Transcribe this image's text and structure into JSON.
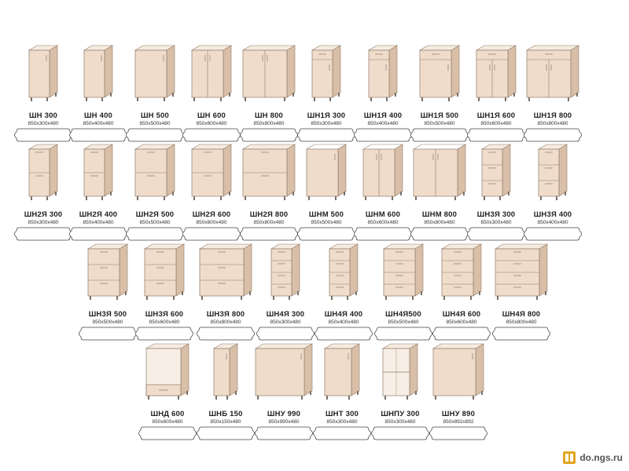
{
  "items": [
    {
      "name": "ШН 300",
      "dims": "850x300x480",
      "type": "narrow",
      "doors": 1,
      "drawers": 0
    },
    {
      "name": "ШН 400",
      "dims": "850x400x480",
      "type": "narrow",
      "doors": 1,
      "drawers": 0
    },
    {
      "name": "ШН 500",
      "dims": "850x500x480",
      "type": "mid",
      "doors": 1,
      "drawers": 0
    },
    {
      "name": "ШН 600",
      "dims": "850x600x480",
      "type": "mid",
      "doors": 2,
      "drawers": 0
    },
    {
      "name": "ШН 800",
      "dims": "850x800x480",
      "type": "wide",
      "doors": 2,
      "drawers": 0
    },
    {
      "name": "ШН1Я 300",
      "dims": "850x300x480",
      "type": "narrow",
      "doors": 1,
      "drawers": 1
    },
    {
      "name": "ШН1Я 400",
      "dims": "850x400x480",
      "type": "narrow",
      "doors": 1,
      "drawers": 1
    },
    {
      "name": "ШН1Я 500",
      "dims": "850x500x480",
      "type": "mid",
      "doors": 1,
      "drawers": 1
    },
    {
      "name": "ШН1Я 600",
      "dims": "850x600x480",
      "type": "mid",
      "doors": 2,
      "drawers": 1
    },
    {
      "name": "ШН1Я 800",
      "dims": "850x800x480",
      "type": "wide",
      "doors": 2,
      "drawers": 1
    },
    {
      "name": "ШН2Я 300",
      "dims": "850x300x480",
      "type": "narrow",
      "doors": 0,
      "drawers": 2
    },
    {
      "name": "ШН2Я 400",
      "dims": "850x400x480",
      "type": "narrow",
      "doors": 0,
      "drawers": 2
    },
    {
      "name": "ШН2Я 500",
      "dims": "850x500x480",
      "type": "mid",
      "doors": 0,
      "drawers": 2
    },
    {
      "name": "ШН2Я 600",
      "dims": "850x600x480",
      "type": "mid",
      "doors": 0,
      "drawers": 2
    },
    {
      "name": "ШН2Я 800",
      "dims": "850x800x480",
      "type": "wide",
      "doors": 0,
      "drawers": 2
    },
    {
      "name": "ШНМ 500",
      "dims": "850x500x480",
      "type": "sink",
      "doors": 1,
      "drawers": 0
    },
    {
      "name": "ШНМ 600",
      "dims": "850x600x480",
      "type": "sink",
      "doors": 2,
      "drawers": 0
    },
    {
      "name": "ШНМ 800",
      "dims": "850x800x480",
      "type": "sinkwide",
      "doors": 2,
      "drawers": 0
    },
    {
      "name": "ШН3Я 300",
      "dims": "850x300x480",
      "type": "narrow",
      "doors": 0,
      "drawers": 3
    },
    {
      "name": "ШН3Я 400",
      "dims": "850x400x480",
      "type": "narrow",
      "doors": 0,
      "drawers": 3
    },
    {
      "name": "ШН3Я 500",
      "dims": "850x500x480",
      "type": "mid",
      "doors": 0,
      "drawers": 3
    },
    {
      "name": "ШН3Я 600",
      "dims": "850x600x480",
      "type": "mid",
      "doors": 0,
      "drawers": 3
    },
    {
      "name": "ШН3Я 800",
      "dims": "850x800x480",
      "type": "wide",
      "doors": 0,
      "drawers": 3
    },
    {
      "name": "ШН4Я 300",
      "dims": "850x300x480",
      "type": "narrow",
      "doors": 0,
      "drawers": 4
    },
    {
      "name": "ШН4Я 400",
      "dims": "850x400x480",
      "type": "narrow",
      "doors": 0,
      "drawers": 4
    },
    {
      "name": "ШН4Я500",
      "dims": "850x500x480",
      "type": "mid",
      "doors": 0,
      "drawers": 4
    },
    {
      "name": "ШН4Я 600",
      "dims": "850x600x480",
      "type": "mid",
      "doors": 0,
      "drawers": 4
    },
    {
      "name": "ШН4Я 800",
      "dims": "850x800x480",
      "type": "wide",
      "doors": 0,
      "drawers": 4
    },
    {
      "name": "ШНД 600",
      "dims": "850x600x480",
      "type": "oven",
      "doors": 0,
      "drawers": 1
    },
    {
      "name": "ШНБ 150",
      "dims": "850x150x480",
      "type": "slim",
      "doors": 1,
      "drawers": 0
    },
    {
      "name": "ШНУ 990",
      "dims": "850x990x480",
      "type": "cornerwide",
      "doors": 1,
      "drawers": 0
    },
    {
      "name": "ШНТ 300",
      "dims": "850x300x480",
      "type": "endcorner",
      "doors": 1,
      "drawers": 0
    },
    {
      "name": "ШНПУ 300",
      "dims": "850x300x460",
      "type": "openshelf",
      "doors": 0,
      "drawers": 0
    },
    {
      "name": "ШНУ 890",
      "dims": "850x892x892",
      "type": "corner",
      "doors": 1,
      "drawers": 0
    }
  ],
  "watermark": {
    "text": "do.ngs.ru",
    "icon": "ngs-logo-icon"
  },
  "colors": {
    "front": "#efdccb",
    "shade": "#d9bfa7",
    "top": "#f6ebe0",
    "edge": "#8f7a69",
    "handle": "#b0a395",
    "leg": "#7a6f66",
    "logo": "#e1a520"
  }
}
